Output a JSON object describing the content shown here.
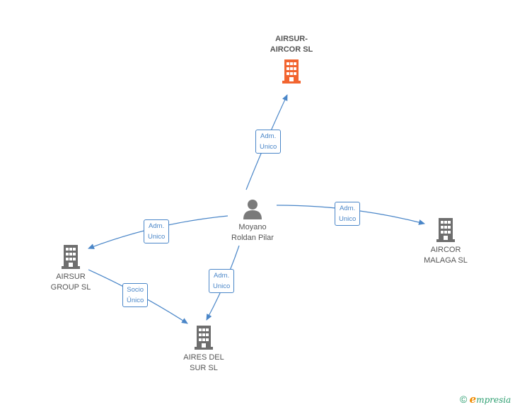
{
  "colors": {
    "edge": "#4a86c8",
    "node_main": "#f26530",
    "node_default": "#6e6e6e",
    "person": "#7a7a7a"
  },
  "nodes": {
    "airsur_aircor": {
      "line1": "AIRSUR-",
      "line2": "AIRCOR SL",
      "icon": "building-icon"
    },
    "moyano": {
      "line1": "Moyano",
      "line2": "Roldan Pilar",
      "icon": "person-icon"
    },
    "airsur_group": {
      "line1": "AIRSUR",
      "line2": "GROUP SL",
      "icon": "building-icon"
    },
    "aircor_malaga": {
      "line1": "AIRCOR",
      "line2": "MALAGA SL",
      "icon": "building-icon"
    },
    "aires_del_sur": {
      "line1": "AIRES DEL",
      "line2": "SUR SL",
      "icon": "building-icon"
    }
  },
  "edges": {
    "to_airsur_aircor": {
      "line1": "Adm.",
      "line2": "Unico"
    },
    "to_airsur_group": {
      "line1": "Adm.",
      "line2": "Unico"
    },
    "to_aircor_malaga": {
      "line1": "Adm.",
      "line2": "Unico"
    },
    "to_aires_del_sur": {
      "line1": "Adm.",
      "line2": "Unico"
    },
    "group_to_aires": {
      "line1": "Socio",
      "line2": "Único"
    }
  },
  "footer": {
    "copyright": "©",
    "brand_initial": "e",
    "brand_rest": "mpresia"
  }
}
